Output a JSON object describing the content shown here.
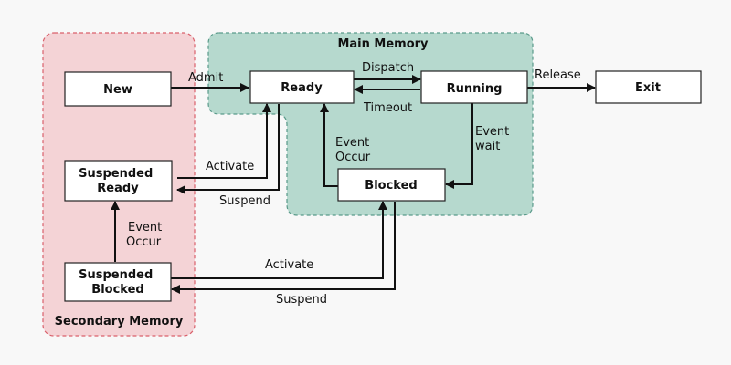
{
  "colors": {
    "background": "#f8f8f8",
    "secondary_fill": "#f4d3d6",
    "secondary_stroke": "#d9606b",
    "main_fill": "#b6d9ce",
    "main_stroke": "#5a9a8a",
    "node_fill": "#ffffff",
    "line": "#111111"
  },
  "regions": {
    "secondary_memory": "Secondary Memory",
    "main_memory": "Main Memory"
  },
  "nodes": {
    "new": "New",
    "ready": "Ready",
    "running": "Running",
    "exit": "Exit",
    "blocked": "Blocked",
    "suspended_ready": [
      "Suspended",
      "Ready"
    ],
    "suspended_blocked": [
      "Suspended",
      "Blocked"
    ]
  },
  "edges": {
    "admit": "Admit",
    "dispatch": "Dispatch",
    "timeout": "Timeout",
    "release": "Release",
    "event_wait": [
      "Event",
      "wait"
    ],
    "event_occur_main": [
      "Event",
      "Occur"
    ],
    "activate_ready": "Activate",
    "suspend_ready": "Suspend",
    "event_occur_secondary": [
      "Event",
      "Occur"
    ],
    "activate_blocked": "Activate",
    "suspend_blocked": "Suspend"
  }
}
